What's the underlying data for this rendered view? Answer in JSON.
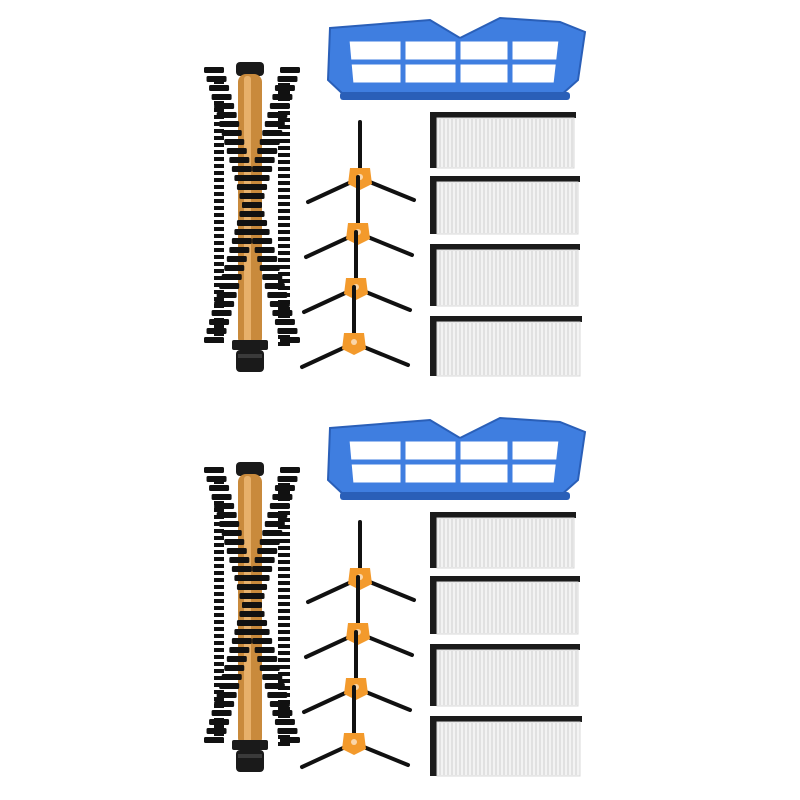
{
  "image": {
    "subject": "robot-vacuum-replacement-parts",
    "kit_count": 2
  },
  "kit": {
    "main_brush_count": 1,
    "frame_filter_count": 1,
    "side_brush_count": 4,
    "hepa_filter_count": 4
  },
  "colors": {
    "background": "#ffffff",
    "brush_core": "#c98a3c",
    "brush_core_light": "#e7b06a",
    "bristle": "#111111",
    "side_brush_hub": "#f39a2c",
    "frame_filter": "#3f7ee0",
    "frame_filter_dark": "#2a5fb8",
    "filter_frame": "#1b1b1b",
    "filter_pleat": "#f3f3f3",
    "filter_pleat_line": "#cfcfcf"
  },
  "icons": {
    "main_brush": "roller-brush-icon",
    "frame_filter": "mesh-filter-icon",
    "side_brush": "side-brush-icon",
    "hepa_filter": "hepa-filter-icon"
  }
}
